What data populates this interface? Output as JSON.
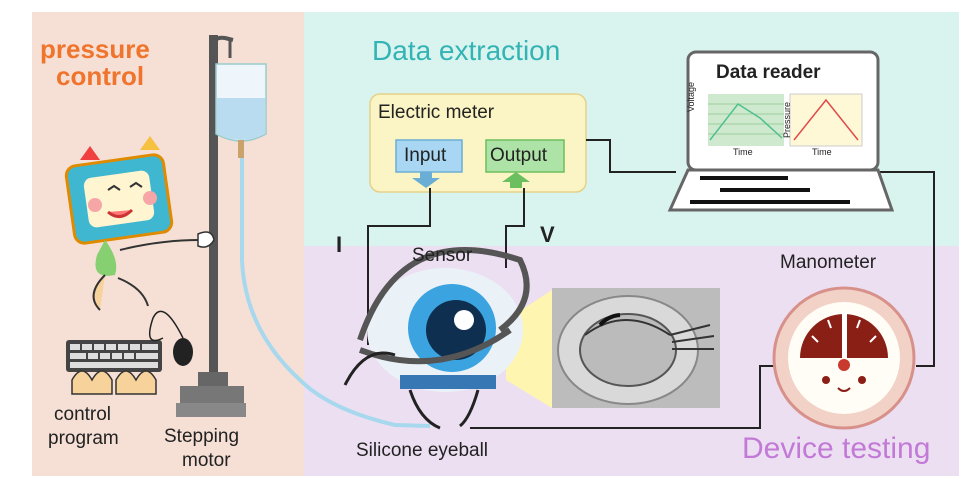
{
  "sections": {
    "pressure_control": {
      "title_line1": "pressure",
      "title_line2": "control"
    },
    "data_extraction": {
      "title": "Data extraction"
    },
    "device_testing": {
      "title": "Device testing"
    }
  },
  "electric_meter": {
    "title": "Electric meter",
    "input": "Input",
    "output": "Output"
  },
  "data_reader": {
    "title": "Data reader",
    "chart_voltage": {
      "ylabel": "Voltage",
      "xlabel": "Time"
    },
    "chart_pressure": {
      "ylabel": "Pressure",
      "xlabel": "Time"
    }
  },
  "labels": {
    "current": "I",
    "voltage": "V",
    "sensor": "Sensor",
    "manometer": "Manometer",
    "control_line1": "control",
    "control_line2": "program",
    "stepping_line1": "Stepping",
    "stepping_line2": "motor",
    "eyeball": "Silicone eyeball"
  },
  "colors": {
    "pressure_panel": "#f6e0d6",
    "extraction_panel": "#d9f4ef",
    "testing_panel": "#ecdff2",
    "pressure_title": "#f0742c",
    "extraction_title": "#33b3b3",
    "testing_title": "#c27ad6",
    "meter_box": "#fbf4c4"
  }
}
